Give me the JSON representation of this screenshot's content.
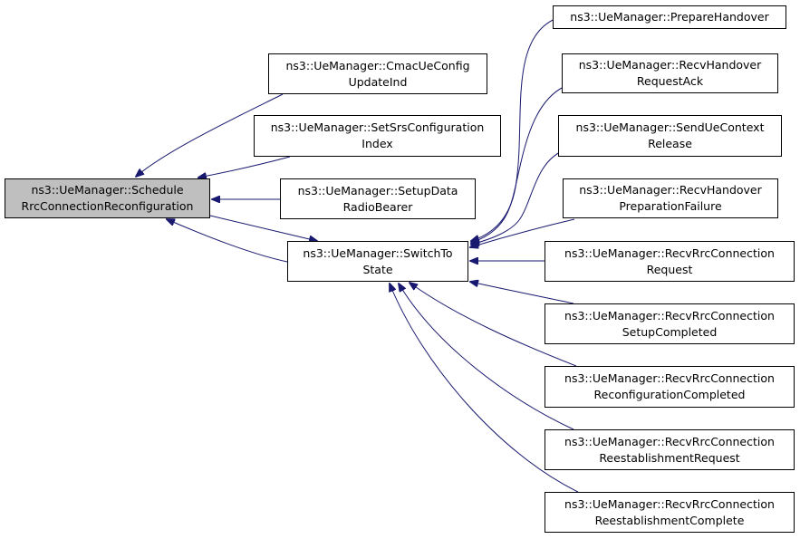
{
  "colors": {
    "edge": "#191970",
    "node_border": "#000000",
    "current_fill": "#bfbfbf",
    "node_fill": "#ffffff"
  },
  "nodes": {
    "schedule": {
      "lines": [
        "ns3::UeManager::Schedule",
        "RrcConnectionReconfiguration"
      ],
      "current": true
    },
    "cmac": {
      "lines": [
        "ns3::UeManager::CmacUeConfig",
        "UpdateInd"
      ]
    },
    "srs": {
      "lines": [
        "ns3::UeManager::SetSrsConfiguration",
        "Index"
      ]
    },
    "setup": {
      "lines": [
        "ns3::UeManager::SetupData",
        "RadioBearer"
      ]
    },
    "switch": {
      "lines": [
        "ns3::UeManager::SwitchTo",
        "State"
      ]
    },
    "prepare": {
      "lines": [
        "ns3::UeManager::PrepareHandover"
      ]
    },
    "hoack": {
      "lines": [
        "ns3::UeManager::RecvHandover",
        "RequestAck"
      ]
    },
    "ctxrel": {
      "lines": [
        "ns3::UeManager::SendUeContext",
        "Release"
      ]
    },
    "hofail": {
      "lines": [
        "ns3::UeManager::RecvHandover",
        "PreparationFailure"
      ]
    },
    "rrcreq": {
      "lines": [
        "ns3::UeManager::RecvRrcConnection",
        "Request"
      ]
    },
    "setupcomp": {
      "lines": [
        "ns3::UeManager::RecvRrcConnection",
        "SetupCompleted"
      ]
    },
    "reconfcomp": {
      "lines": [
        "ns3::UeManager::RecvRrcConnection",
        "ReconfigurationCompleted"
      ]
    },
    "reestreq": {
      "lines": [
        "ns3::UeManager::RecvRrcConnection",
        "ReestablishmentRequest"
      ]
    },
    "reestcomp": {
      "lines": [
        "ns3::UeManager::RecvRrcConnection",
        "ReestablishmentComplete"
      ]
    }
  },
  "edges": [
    {
      "from": "cmac",
      "to": "schedule"
    },
    {
      "from": "srs",
      "to": "schedule"
    },
    {
      "from": "setup",
      "to": "schedule"
    },
    {
      "from": "switch",
      "to": "schedule"
    },
    {
      "from": "schedule",
      "to": "switch"
    },
    {
      "from": "prepare",
      "to": "switch"
    },
    {
      "from": "hoack",
      "to": "switch"
    },
    {
      "from": "ctxrel",
      "to": "switch"
    },
    {
      "from": "hofail",
      "to": "switch"
    },
    {
      "from": "rrcreq",
      "to": "switch"
    },
    {
      "from": "setupcomp",
      "to": "switch"
    },
    {
      "from": "reconfcomp",
      "to": "switch"
    },
    {
      "from": "reestreq",
      "to": "switch"
    },
    {
      "from": "reestcomp",
      "to": "switch"
    }
  ]
}
